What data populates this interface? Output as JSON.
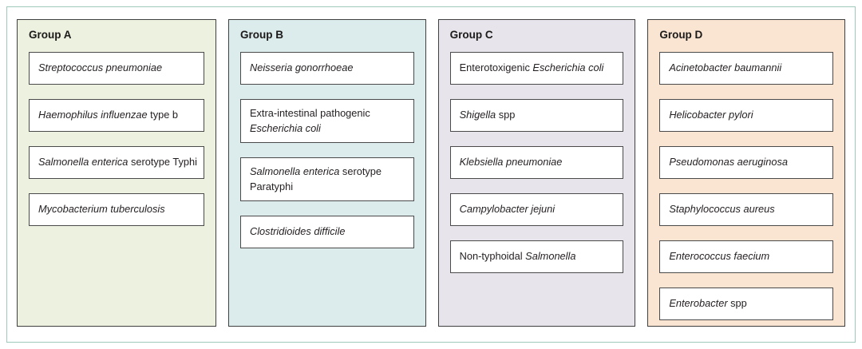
{
  "figure": {
    "frame_border_color": "#9ec9bb",
    "panel_border_color": "#3f3f3f",
    "box_border_color": "#4a4a4a",
    "text_color": "#231f20",
    "groups": [
      {
        "label": "Group A",
        "bg": "#edf1e0",
        "items": [
          {
            "segments": [
              {
                "text": "Streptococcus pneumoniae",
                "italic": true
              }
            ]
          },
          {
            "segments": [
              {
                "text": "Haemophilus influenzae",
                "italic": true
              },
              {
                "text": " type b",
                "italic": false
              }
            ]
          },
          {
            "segments": [
              {
                "text": "Salmonella enterica",
                "italic": true
              },
              {
                "text": " serotype Typhi",
                "italic": false
              }
            ]
          },
          {
            "segments": [
              {
                "text": "Mycobacterium tuberculosis",
                "italic": true
              }
            ]
          }
        ]
      },
      {
        "label": "Group B",
        "bg": "#dcebeb",
        "items": [
          {
            "segments": [
              {
                "text": "Neisseria gonorrhoeae",
                "italic": true
              }
            ]
          },
          {
            "segments": [
              {
                "text": "Extra-intestinal pathogenic",
                "italic": false
              },
              {
                "break": true
              },
              {
                "text": "Escherichia coli",
                "italic": true
              }
            ]
          },
          {
            "segments": [
              {
                "text": "Salmonella enterica",
                "italic": true
              },
              {
                "text": " serotype",
                "italic": false
              },
              {
                "break": true
              },
              {
                "text": "Paratyphi",
                "italic": false
              }
            ]
          },
          {
            "segments": [
              {
                "text": "Clostridioides difficile",
                "italic": true
              }
            ]
          }
        ]
      },
      {
        "label": "Group C",
        "bg": "#e8e4ec",
        "items": [
          {
            "segments": [
              {
                "text": "Enterotoxigenic ",
                "italic": false
              },
              {
                "text": "Escherichia coli",
                "italic": true
              }
            ]
          },
          {
            "segments": [
              {
                "text": "Shigella",
                "italic": true
              },
              {
                "text": " spp",
                "italic": false
              }
            ]
          },
          {
            "segments": [
              {
                "text": "Klebsiella pneumoniae",
                "italic": true
              }
            ]
          },
          {
            "segments": [
              {
                "text": "Campylobacter jejuni",
                "italic": true
              }
            ]
          },
          {
            "segments": [
              {
                "text": "Non-typhoidal ",
                "italic": false
              },
              {
                "text": "Salmonella",
                "italic": true
              }
            ]
          }
        ]
      },
      {
        "label": "Group D",
        "bg": "#fae5d3",
        "items": [
          {
            "segments": [
              {
                "text": "Acinetobacter baumannii",
                "italic": true
              }
            ]
          },
          {
            "segments": [
              {
                "text": "Helicobacter pylori",
                "italic": true
              }
            ]
          },
          {
            "segments": [
              {
                "text": "Pseudomonas aeruginosa",
                "italic": true
              }
            ]
          },
          {
            "segments": [
              {
                "text": "Staphylococcus aureus",
                "italic": true
              }
            ]
          },
          {
            "segments": [
              {
                "text": "Enterococcus faecium",
                "italic": true
              }
            ]
          },
          {
            "segments": [
              {
                "text": "Enterobacter",
                "italic": true
              },
              {
                "text": " spp",
                "italic": false
              }
            ]
          }
        ]
      }
    ]
  }
}
